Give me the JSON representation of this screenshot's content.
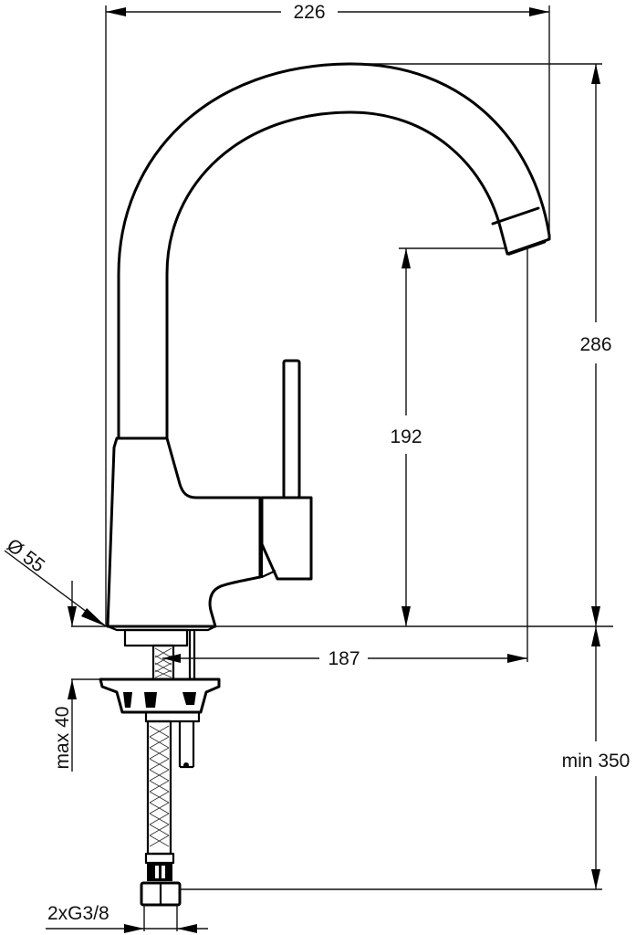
{
  "drawing": {
    "subject": "kitchen faucet dimension drawing",
    "units": "mm",
    "line_color": "#000000",
    "background": "#ffffff"
  },
  "dimensions": {
    "overall_width": "226",
    "overall_height": "286",
    "outlet_height": "192",
    "spout_reach": "187",
    "base_diameter": "Ø 55",
    "max_deck_thickness": "max 40",
    "min_hose_length": "min 350",
    "connection_thread": "2xG3/8"
  }
}
